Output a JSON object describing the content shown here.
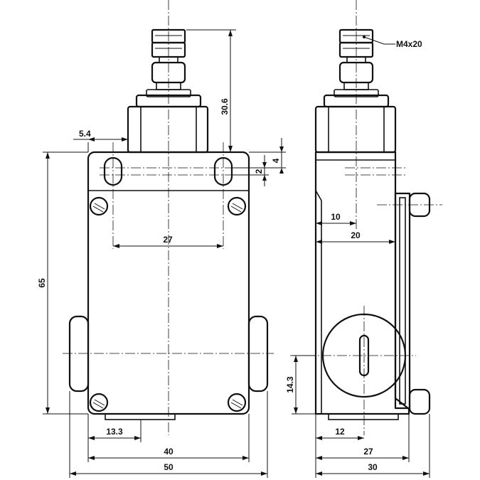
{
  "front_view": {
    "dimensions": {
      "actuator_height": "30.6",
      "slot_offset": "5.4",
      "slot_pitch": "27",
      "body_height": "65",
      "slot_height_outer": "4",
      "slot_height_inner": "2",
      "bottom_offset": "13.3",
      "body_width": "40",
      "overall_width": "50"
    }
  },
  "side_view": {
    "thread_label": "M4x20",
    "dimensions": {
      "offset_10": "10",
      "offset_20": "20",
      "height_14_3": "14.3",
      "offset_12": "12",
      "width_27": "27",
      "overall_width": "30"
    }
  }
}
